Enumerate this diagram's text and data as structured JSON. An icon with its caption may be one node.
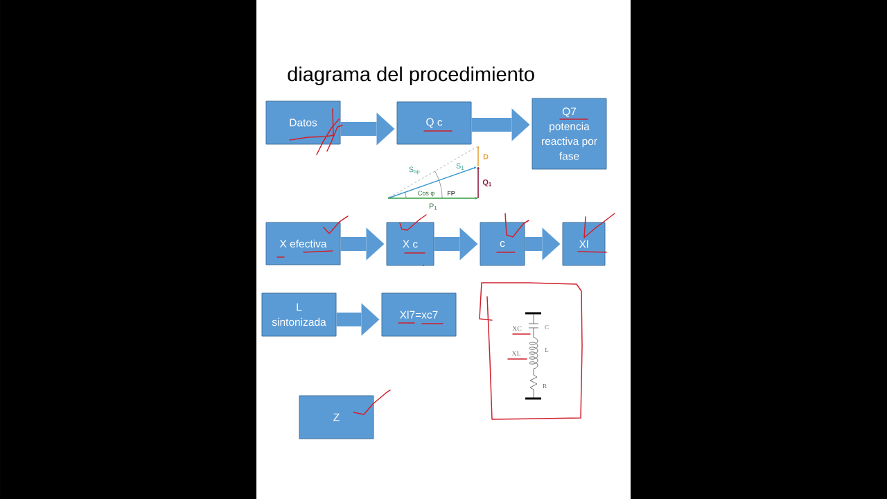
{
  "diagram": {
    "title": "diagrama del procedimiento",
    "nodes": [
      {
        "text": [
          "Datos"
        ]
      },
      {
        "text": [
          "Q c"
        ]
      },
      {
        "text": [
          "Q7",
          "potencia reactiva por fase"
        ]
      },
      {
        "text": [
          "X efectiva"
        ]
      },
      {
        "text": [
          "X c"
        ]
      },
      {
        "text": [
          "c"
        ]
      },
      {
        "text": [
          "Xl"
        ]
      },
      {
        "text": [
          "L sintonizada"
        ]
      },
      {
        "text": [
          "Xl7=xc7"
        ]
      },
      {
        "text": [
          "Z"
        ]
      }
    ],
    "edges": [
      {
        "from": 0,
        "to": 1,
        "arrow": "to"
      },
      {
        "from": 1,
        "to": 2,
        "arrow": "to"
      },
      {
        "from": 3,
        "to": 4,
        "arrow": "to"
      },
      {
        "from": 4,
        "to": 5,
        "arrow": "to"
      },
      {
        "from": 5,
        "to": 6,
        "arrow": "to"
      },
      {
        "from": 7,
        "to": 8,
        "arrow": "to"
      }
    ],
    "labels": [
      "S$_{ap}$",
      "D",
      "S$_{1}$",
      "FP",
      "Q$_{1}$",
      "Cos φ",
      "P$_{1}$",
      "XC",
      "C",
      "XL",
      "L",
      "R"
    ]
  }
}
